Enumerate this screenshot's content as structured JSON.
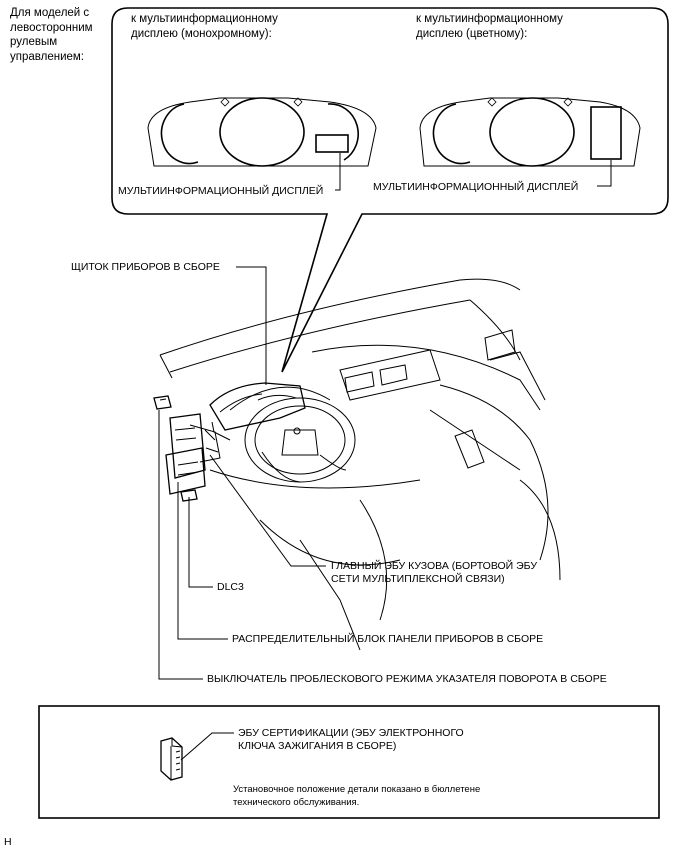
{
  "header": {
    "lhd_label": "Для моделей с\nлевосторонним\nрулевым\nуправлением:"
  },
  "callout": {
    "mono_title": "к мультиинформационному\nдисплею (монохромному):",
    "color_title": "к мультиинформационному\nдисплею (цветному):",
    "mono_label": "МУЛЬТИИНФОРМАЦИОННЫЙ ДИСПЛЕЙ",
    "color_label": "МУЛЬТИИНФОРМАЦИОННЫЙ ДИСПЛЕЙ"
  },
  "labels": {
    "combination_meter": "ЩИТОК ПРИБОРОВ В СБОРЕ",
    "main_body_ecu": "ГЛАВНЫЙ ЭБУ КУЗОВА (БОРТОВОЙ ЭБУ\nСЕТИ МУЛЬТИПЛЕКСНОЙ СВЯЗИ)",
    "dlc3": "DLC3",
    "junction_block": "РАСПРЕДЕЛИТЕЛЬНЫЙ БЛОК ПАНЕЛИ ПРИБОРОВ В СБОРЕ",
    "hazard_switch": "ВЫКЛЮЧАТЕЛЬ ПРОБЛЕСКОВОГО РЕЖИМА УКАЗАТЕЛЯ ПОВОРОТА В СБОРЕ"
  },
  "bottom_box": {
    "cert_ecu": "ЭБУ СЕРТИФИКАЦИИ (ЭБУ ЭЛЕКТРОННОГО\nКЛЮЧА ЗАЖИГАНИЯ В СБОРЕ)",
    "note": "Установочное положение детали показано в бюллетене\nтехнического обслуживания."
  },
  "footer": {
    "code": "H"
  }
}
